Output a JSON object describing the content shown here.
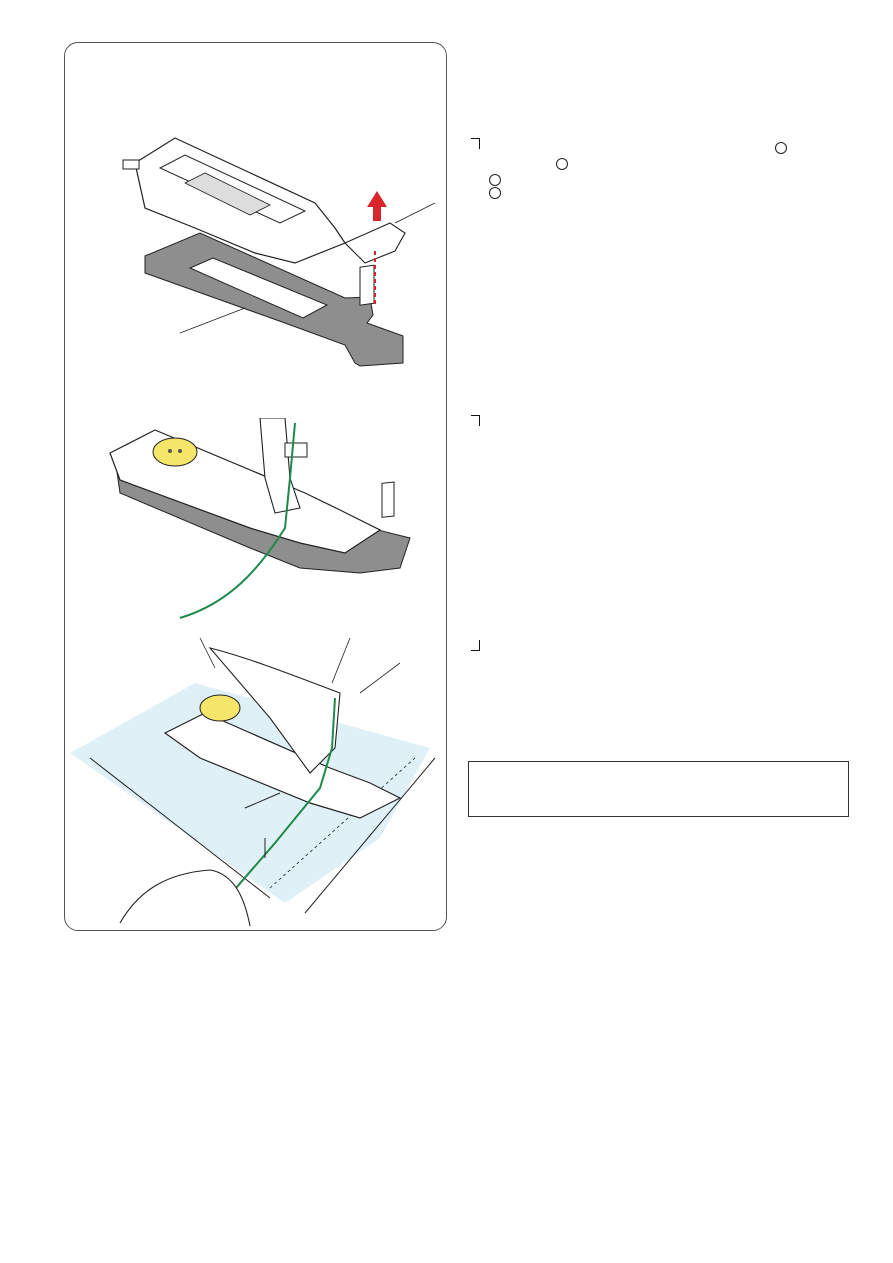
{
  "page": {
    "background": "#ffffff",
    "panel_border": "#555555",
    "thread_color": "#1d8a4a",
    "button_color": "#f5e66a",
    "fabric_color": "#dff1f7",
    "plate_color": "#8e8e8e",
    "arrow_color": "#d9262c"
  },
  "figures": [
    {
      "name": "figure-1-buttonhole-foot-and-stabilizer-plate",
      "icons": [
        "buttonhole-foot-icon",
        "stabilizer-plate-icon",
        "lift-arrow-icon"
      ]
    },
    {
      "name": "figure-2-foot-attached-with-button",
      "icons": [
        "button-icon",
        "thread-icon",
        "presser-foot-holder-icon"
      ]
    },
    {
      "name": "figure-3-fabric-under-foot",
      "icons": [
        "fabric-icon",
        "hand-icon",
        "needle-icon"
      ]
    }
  ],
  "steps": [
    {
      "marker": "step-1-marker"
    },
    {
      "marker": "step-2-marker"
    },
    {
      "marker": "step-3-marker"
    }
  ],
  "note": {
    "text": ""
  }
}
